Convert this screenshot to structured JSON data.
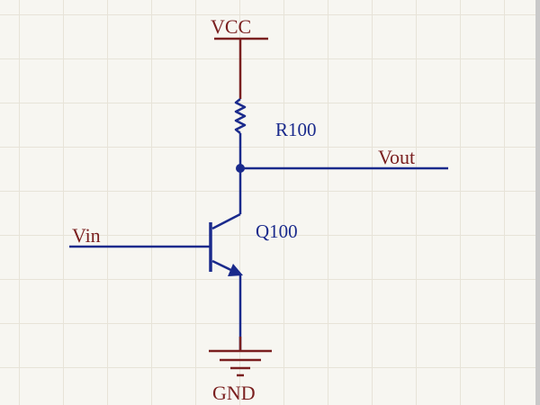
{
  "labels": {
    "vcc": "VCC",
    "resistor": "R100",
    "vout": "Vout",
    "vin": "Vin",
    "transistor": "Q100",
    "gnd": "GND"
  },
  "colors": {
    "wire": "#1a2a8c",
    "rail": "#7a1f1f",
    "background": "#f7f6f1",
    "grid": "#e7e3d8"
  }
}
